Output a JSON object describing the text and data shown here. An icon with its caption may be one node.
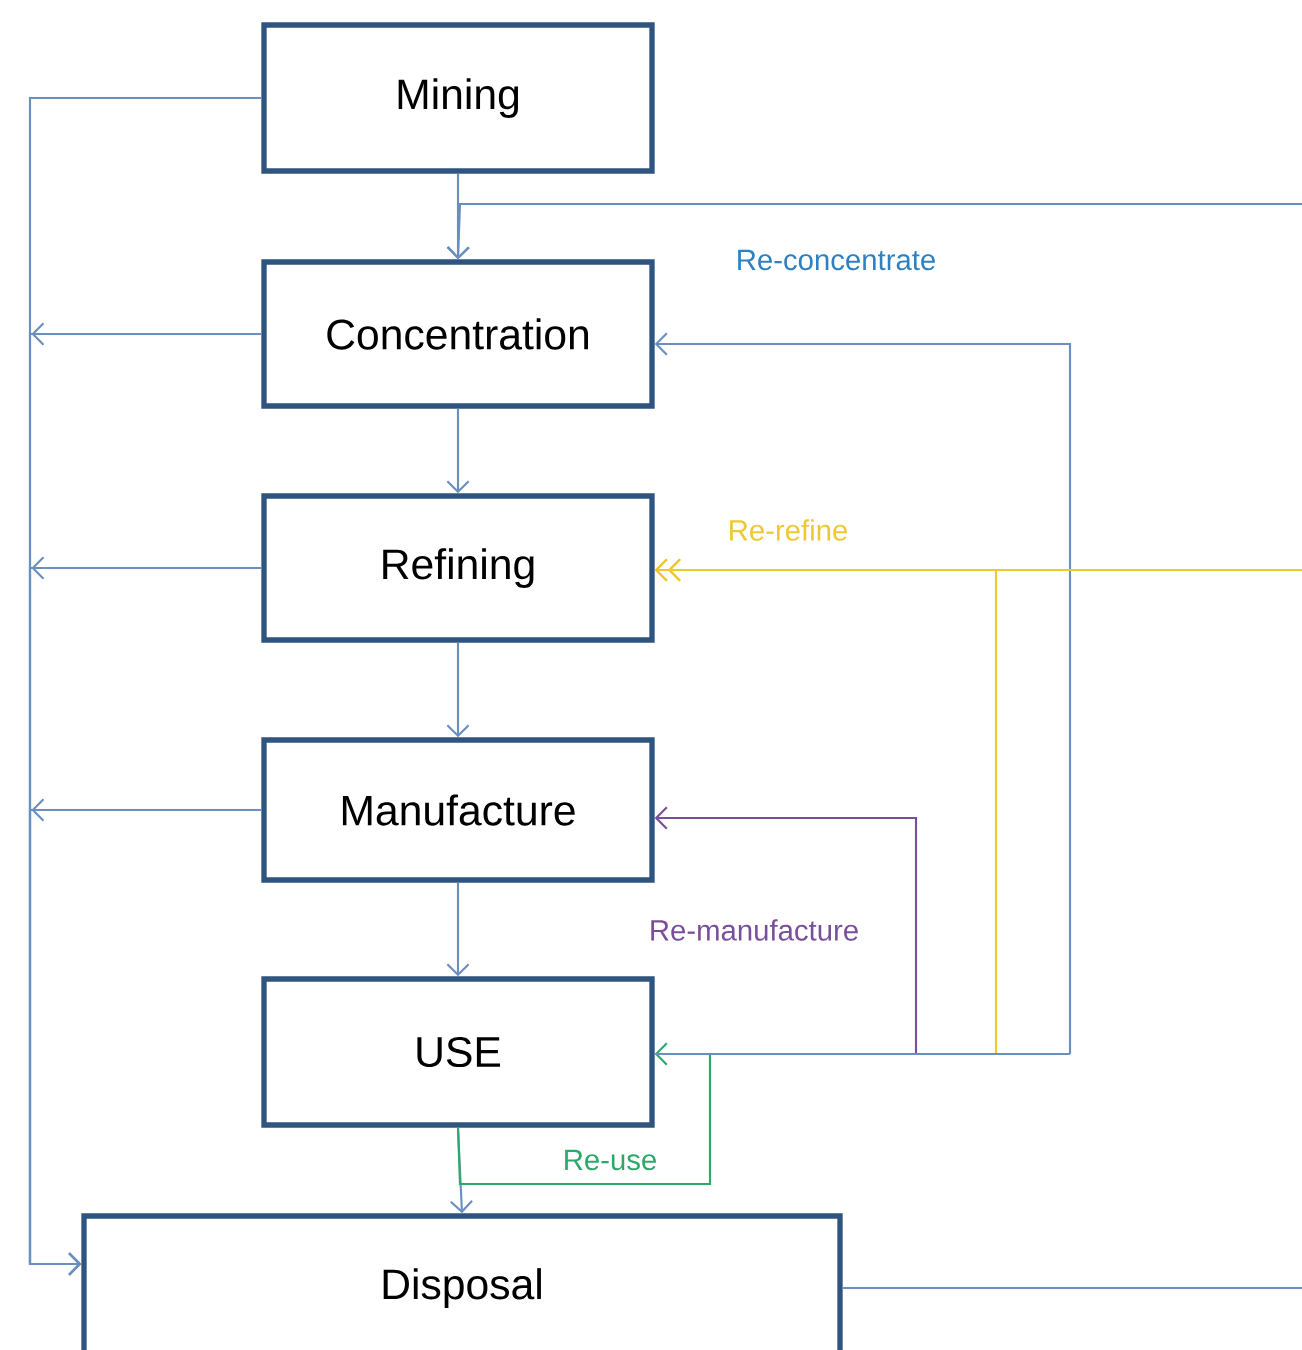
{
  "diagram": {
    "nodes": [
      {
        "text": [
          "Mining"
        ]
      },
      {
        "text": [
          "Concentration"
        ]
      },
      {
        "text": [
          "Refining"
        ]
      },
      {
        "text": [
          "Manufacture"
        ]
      },
      {
        "text": [
          "USE"
        ]
      },
      {
        "text": [
          "Disposal"
        ]
      }
    ],
    "edges": [
      {
        "from": 0,
        "to": 1,
        "arrow": "to"
      },
      {
        "from": 1,
        "to": 2,
        "arrow": "to"
      },
      {
        "from": 2,
        "to": 3,
        "arrow": "to"
      },
      {
        "from": 3,
        "to": 4,
        "arrow": "to"
      },
      {
        "from": 4,
        "to": 5,
        "arrow": "to"
      },
      {
        "from": 0,
        "to": 5,
        "arrow": "to"
      },
      {
        "from": 1,
        "to": 5,
        "arrow": "to"
      },
      {
        "from": 2,
        "to": 5,
        "arrow": "to"
      },
      {
        "from": 3,
        "to": 5,
        "arrow": "to"
      },
      {
        "from": 4,
        "to": 4,
        "arrow": "to",
        "label": "Re-use",
        "color": "#2ea868"
      },
      {
        "from": 4,
        "to": 3,
        "arrow": "to",
        "label": "Re-manufacture",
        "color": "#7a4f9a"
      },
      {
        "from": 4,
        "to": 2,
        "arrow": "to",
        "label": "Re-refine",
        "color": "#eec832"
      },
      {
        "from": 4,
        "to": 1,
        "arrow": "to",
        "label": "Re-concentrate"
      },
      {
        "from": null,
        "to": 1,
        "arrow": "to"
      },
      {
        "from": null,
        "to": 2,
        "arrow": "to",
        "color": "#eec832"
      },
      {
        "from": 5,
        "to": null,
        "arrow": "none"
      }
    ]
  }
}
